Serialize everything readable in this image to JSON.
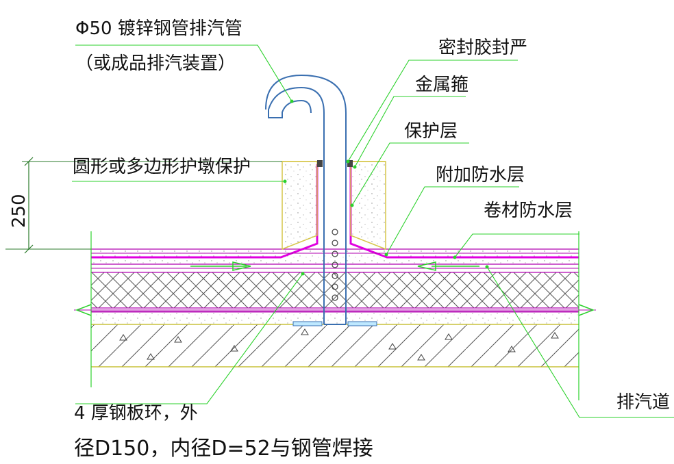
{
  "colors": {
    "leader": "#2bd12b",
    "membrane": "#e000e0",
    "membrane_outline": "#b000b0",
    "pipe": "#3a6fb0",
    "guard_fill": "#fbfbf2",
    "guard_outline": "#d6c64a",
    "hatch": "#444444",
    "dim": "#2a7a2a",
    "text": "#111111"
  },
  "labels": {
    "pipe_line1": "Φ50 镀锌钢管排汽管",
    "pipe_line2": "（或成品排汽装置）",
    "sealant": "密封胶封严",
    "metal_hoop": "金属箍",
    "protective_layer": "保护层",
    "pier": "圆形或多边形护墩保护",
    "additional_waterproof": "附加防水层",
    "membrane_waterproof": "卷材防水层",
    "steel_ring_line1": "4 厚钢板环，外",
    "steel_ring_line2": "径D150，内径D=52与钢管焊接",
    "vent_channel": "排汽道",
    "dimension": "250"
  },
  "icons": {
    "flow_arrow_right": "arrow-right",
    "flow_arrow_left": "arrow-left"
  }
}
